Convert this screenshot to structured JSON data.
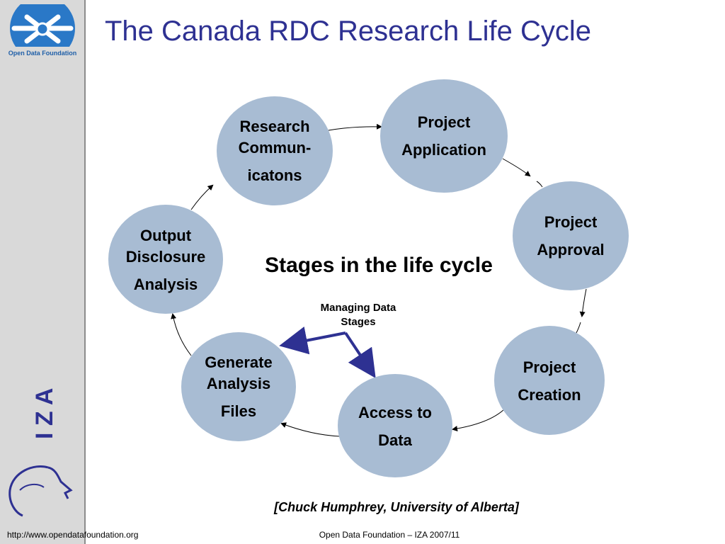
{
  "title": "The Canada RDC Research Life Cycle",
  "logo": {
    "text": "Open Data Foundation"
  },
  "sidebar": {
    "iza_letters": "I Z A"
  },
  "center_label": "Stages in the life cycle",
  "managing_label": [
    "Managing Data",
    "Stages"
  ],
  "nodes": [
    {
      "lines": [
        "Project",
        "Application"
      ]
    },
    {
      "lines": [
        "Project",
        "Approval"
      ]
    },
    {
      "lines": [
        "Project",
        "Creation"
      ]
    },
    {
      "lines": [
        "Access to",
        "Data"
      ]
    },
    {
      "lines": [
        "Generate",
        "Analysis",
        "Files"
      ]
    },
    {
      "lines": [
        "Output",
        "Disclosure",
        "Analysis"
      ]
    },
    {
      "lines": [
        "Research",
        "Commun-",
        "icatons"
      ]
    }
  ],
  "citation": "[Chuck Humphrey, University of Alberta]",
  "footer": {
    "url": "http://www.opendatafoundation.org",
    "center": "Open Data Foundation – IZA 2007/11"
  },
  "colors": {
    "node_fill": "#a8bcd3",
    "title": "#2e3192",
    "arrow_blue": "#2e3192"
  }
}
